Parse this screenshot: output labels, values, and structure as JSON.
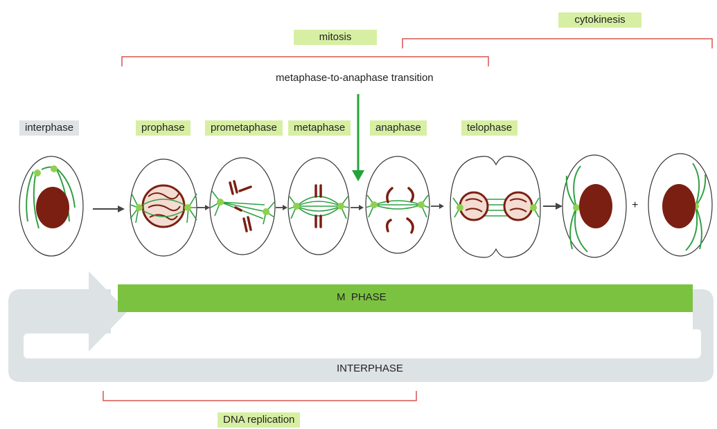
{
  "labels": {
    "mitosis": "mitosis",
    "cytokinesis": "cytokinesis",
    "transition": "metaphase-to-anaphase transition",
    "interphase_small": "interphase",
    "prophase": "prophase",
    "prometaphase": "prometaphase",
    "metaphase": "metaphase",
    "anaphase": "anaphase",
    "telophase": "telophase",
    "plus": "+",
    "m_phase": "M  PHASE",
    "interphase_big": "INTERPHASE",
    "dna_replication": "DNA replication"
  },
  "colors": {
    "label_green": "#d7efa3",
    "label_grey": "#dfe3e6",
    "bracket_red": "#d9534f",
    "m_phase_bar": "#7cc241",
    "interphase_band": "#dde2e5",
    "chromatin": "#7a1f12",
    "spindle": "#2ea043",
    "arrow_green": "#22a33a"
  }
}
